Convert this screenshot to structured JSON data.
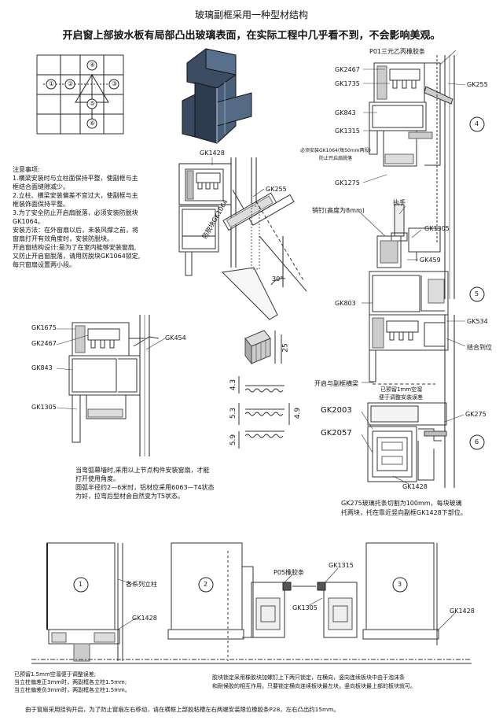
{
  "header": {
    "title": "玻璃副框采用一种型材结构",
    "subtitle": "开启窗上部披水板有局部凸出玻璃表面，在实际工程中几乎看不到，不会影响美观。"
  },
  "grid_markers": [
    "①",
    "②",
    "③",
    "④",
    "⑤",
    "⑥"
  ],
  "notes": {
    "heading": "注意事项:",
    "items": [
      "1.横梁安装时与立柱面保持平整，使副框与主",
      "  框结合面缝隙减少。",
      "2.立柱、横梁安装偏差不宜过大，使副框与主",
      "  框装饰面保持平整。",
      "3.为了安全防止开启扇脱落，必须安装防脱块",
      "  GK1064。",
      "安装方法：在外窗扇以后，未装风撑之前，将",
      "窗扇打开有效角度时，安装防脱块。",
      "  开启窗结构设计:是为了在室内能够安装窗扇,",
      "又防止开启窗脱落，请用防脱块GK1064锁定,",
      "每只窗扇设置两小段。"
    ]
  },
  "detail_top_left": {
    "gk1428": "GK1428",
    "gk255": "GK255",
    "gk1064": "防脱块GK1064",
    "angle": "30°"
  },
  "detail_top_right": {
    "p01": "P01三元乙丙橡胶条",
    "gk2467": "GK2467",
    "gk1735": "GK1735",
    "gk843": "GK843",
    "gk1315": "GK1315",
    "gk255": "GK255",
    "gk1275": "GK1275",
    "note1": "必须安装GK1064(每50mm两段)",
    "note2": "防止开启扇脱落",
    "marker": "4"
  },
  "detail_mid_right": {
    "pin": "销钉(高度为8mm)",
    "handle": "执手",
    "gk1305": "GK1305",
    "gk459": "GK459",
    "gk803": "GK803",
    "gk534": "GK534",
    "fit": "结合到位",
    "beam": "开启与副框横梁",
    "marker": "5"
  },
  "detail_bottom_right": {
    "note1": "已预留1mm空溜",
    "note2": "便于调整安装误差",
    "gk2003": "GK2003",
    "gk2057": "GK2057",
    "gk275": "GK275",
    "gk1428": "GK1428",
    "marker": "6",
    "caption1": "GK275玻璃托条切割为100mm，每块玻璃",
    "caption2": "托两块，托在靠近竖向副框GK1428下部位。"
  },
  "detail_mid_left": {
    "gk1675": "GK1675",
    "gk2467": "GK2467",
    "gk454": "GK454",
    "gk843": "GK843",
    "gk1305": "GK1305"
  },
  "dimensions": {
    "d25": "25",
    "d43": "4.3",
    "d53": "5.3",
    "d49": "4.9",
    "d59": "5.9"
  },
  "mid_notes": [
    "当弯弧幕墙时,采用以上节点构件安装窗扇，才能",
    "打开使用角度。",
    "  圆弧半径约2—6米时，铝材应采用6063—T4状态",
    "为好，拉弯后型材会自然变为T5状态。"
  ],
  "bottom_section": {
    "panel1": "1",
    "panel2": "2",
    "panel3": "3",
    "column": "各系列立柱",
    "gk1428a": "GK1428",
    "gk1428b": "GK1428",
    "p05": "P05橡胶条",
    "gk1315": "GK1315",
    "gk1305": "GK1305",
    "left_note": [
      "已预留1.5mm空溜便于调整误差;",
      "当立柱偏差正3mm时，两副框各立柱1.5mm;",
      "当立柱偏差负3mm时，两副框各立柱1.5mm。"
    ],
    "right_note": [
      "胶块锁定采用橡胶块加螺钉上下两只锁定，在横向，竖向连续板块中由于泡沫条",
      "和耐候胶的相互作用，只要锁定横向连续板块最左块，竖向板块最上部的板块就可。"
    ],
    "footer": "由于窗扇采用挂钩开启，为了防止窗扇左右移动，请在横框上部胶粘槽左右两端安装限位橡胶条P28，左右凸出约15mm。"
  }
}
